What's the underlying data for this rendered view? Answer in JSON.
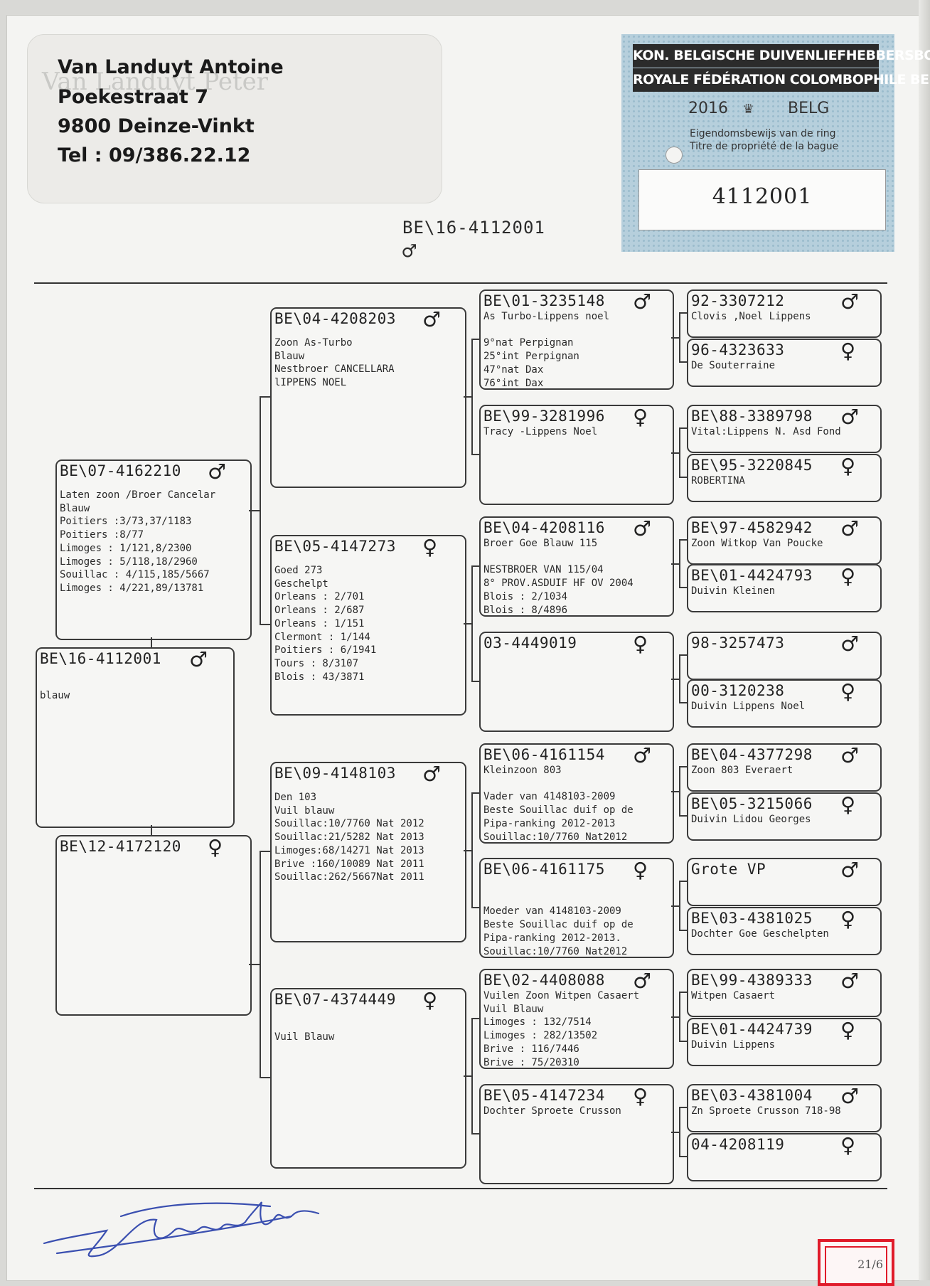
{
  "owner": {
    "name": "Van Landuyt Antoine",
    "street": "Poekestraat 7",
    "city": "9800  Deinze-Vinkt",
    "tel": "Tel : 09/386.22.12",
    "ghost_name": "Van Landuyt Peter"
  },
  "ring_label": {
    "federation_nl": "KON. BELGISCHE DUIVENLIEFHEBBERSBOND",
    "federation_fr": "ROYALE FÉDÉRATION COLOMBOPHILE BELGE",
    "year": "2016",
    "country": "BELG",
    "caption_nl": "Eigendomsbewijs van de ring",
    "caption_fr": "Titre de propriété de la bague",
    "ring_number": "4112001"
  },
  "header": {
    "ring": "BE\\16-4112001",
    "sex": "♂"
  },
  "pigeons": {
    "subject": {
      "ring": "BE\\16-4112001",
      "sex": "♂",
      "lines": [
        "blauw"
      ]
    },
    "sire": {
      "ring": "BE\\07-4162210",
      "sex": "♂",
      "lines": [
        "Laten zoon /Broer Cancelar",
        "Blauw",
        "Poitiers :3/73,37/1183",
        "Poitiers :8/77",
        "Limoges  : 1/121,8/2300",
        "Limoges  : 5/118,18/2960",
        "Souillac : 4/115,185/5667",
        "Limoges  : 4/221,89/13781"
      ]
    },
    "dam": {
      "ring": "BE\\12-4172120",
      "sex": "♀",
      "lines": []
    },
    "g1": {
      "ring": "BE\\04-4208203",
      "sex": "♂",
      "lines": [
        "Zoon As-Turbo",
        "Blauw",
        "Nestbroer CANCELLARA",
        "lIPPENS NOEL"
      ]
    },
    "g2": {
      "ring": "BE\\05-4147273",
      "sex": "♀",
      "lines": [
        "Goed   273",
        "Geschelpt",
        "Orleans  : 2/701",
        "Orleans  : 2/687",
        "Orleans  : 1/151",
        "Clermont : 1/144",
        "Poitiers : 6/1941",
        "Tours : 8/3107",
        "Blois : 43/3871"
      ]
    },
    "g3": {
      "ring": "BE\\09-4148103",
      "sex": "♂",
      "lines": [
        "Den 103",
        "Vuil blauw",
        "Souillac:10/7760 Nat 2012",
        "Souillac:21/5282 Nat 2013",
        "Limoges:68/14271 Nat 2013",
        "Brive :160/10089 Nat 2011",
        "Souillac:262/5667Nat 2011"
      ]
    },
    "g4": {
      "ring": "BE\\07-4374449",
      "sex": "♀",
      "lines": [
        "",
        "Vuil Blauw"
      ]
    },
    "gg1": {
      "ring": "BE\\01-3235148",
      "sex": "♂",
      "lines": [
        "As Turbo-Lippens noel",
        "",
        "9°nat Perpignan",
        "25°int Perpignan",
        "47°nat Dax",
        "76°int Dax"
      ]
    },
    "gg2": {
      "ring": "BE\\99-3281996",
      "sex": "♀",
      "lines": [
        "Tracy -Lippens Noel"
      ]
    },
    "gg3": {
      "ring": "BE\\04-4208116",
      "sex": "♂",
      "lines": [
        "Broer Goe Blauw 115",
        "",
        "NESTBROER VAN 115/04",
        "8° PROV.ASDUIF HF OV 2004",
        "Blois : 2/1034",
        "Blois : 8/4896"
      ]
    },
    "gg4": {
      "ring": "03-4449019",
      "sex": "♀",
      "lines": []
    },
    "gg5": {
      "ring": "BE\\06-4161154",
      "sex": "♂",
      "lines": [
        "Kleinzoon 803",
        "",
        "Vader van 4148103-2009",
        "Beste Souillac duif op de",
        "Pipa-ranking 2012-2013",
        "Souillac:10/7760 Nat2012"
      ]
    },
    "gg6": {
      "ring": "BE\\06-4161175",
      "sex": "♀",
      "lines": [
        "",
        "",
        "Moeder van 4148103-2009",
        "Beste Souillac duif op de",
        "Pipa-ranking 2012-2013.",
        "Souillac:10/7760  Nat2012"
      ]
    },
    "gg7": {
      "ring": "BE\\02-4408088",
      "sex": "♂",
      "lines": [
        "Vuilen Zoon Witpen Casaert",
        "Vuil Blauw",
        "Limoges :  132/7514",
        "Limoges :  282/13502",
        "Brive : 116/7446",
        "Brive : 75/20310"
      ]
    },
    "gg8": {
      "ring": "BE\\05-4147234",
      "sex": "♀",
      "lines": [
        "Dochter Sproete Crusson"
      ]
    },
    "ggg1": {
      "ring": "92-3307212",
      "sex": "♂",
      "lines": [
        "Clovis ,Noel Lippens"
      ]
    },
    "ggg2": {
      "ring": "96-4323633",
      "sex": "♀",
      "lines": [
        "De Souterraine"
      ]
    },
    "ggg3": {
      "ring": "BE\\88-3389798",
      "sex": "♂",
      "lines": [
        "Vital:Lippens N. Asd Fond"
      ]
    },
    "ggg4": {
      "ring": "BE\\95-3220845",
      "sex": "♀",
      "lines": [
        "ROBERTINA"
      ]
    },
    "ggg5": {
      "ring": "BE\\97-4582942",
      "sex": "♂",
      "lines": [
        "Zoon Witkop Van Poucke"
      ]
    },
    "ggg6": {
      "ring": "BE\\01-4424793",
      "sex": "♀",
      "lines": [
        "Duivin Kleinen"
      ]
    },
    "ggg7": {
      "ring": "98-3257473",
      "sex": "♂",
      "lines": []
    },
    "ggg8": {
      "ring": "00-3120238",
      "sex": "♀",
      "lines": [
        "Duivin Lippens Noel"
      ]
    },
    "ggg9": {
      "ring": "BE\\04-4377298",
      "sex": "♂",
      "lines": [
        "Zoon 803 Everaert"
      ]
    },
    "ggg10": {
      "ring": "BE\\05-3215066",
      "sex": "♀",
      "lines": [
        "Duivin Lidou Georges"
      ]
    },
    "ggg11": {
      "ring": "Grote VP",
      "sex": "♂",
      "lines": []
    },
    "ggg12": {
      "ring": "BE\\03-4381025",
      "sex": "♀",
      "lines": [
        "Dochter Goe Geschelpten"
      ]
    },
    "ggg13": {
      "ring": "BE\\99-4389333",
      "sex": "♂",
      "lines": [
        "Witpen Casaert"
      ]
    },
    "ggg14": {
      "ring": "BE\\01-4424739",
      "sex": "♀",
      "lines": [
        "Duivin Lippens"
      ]
    },
    "ggg15": {
      "ring": "BE\\03-4381004",
      "sex": "♂",
      "lines": [
        "Zn Sproete Crusson 718-98"
      ]
    },
    "ggg16": {
      "ring": "04-4208119",
      "sex": "♀",
      "lines": []
    }
  },
  "stamp": {
    "text": "21/6"
  },
  "colors": {
    "stamp_red": "#e01b2a",
    "label_blue": "#b6cfdc",
    "ink_blue": "#3a4fb0"
  }
}
